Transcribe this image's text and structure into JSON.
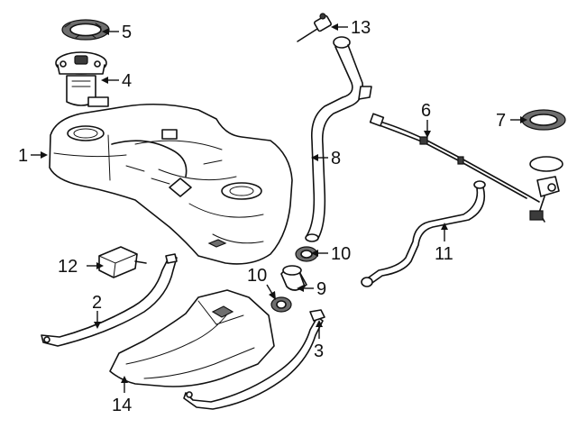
{
  "callouts": [
    {
      "id": "c1",
      "number": "1"
    },
    {
      "id": "c2",
      "number": "2"
    },
    {
      "id": "c3",
      "number": "3"
    },
    {
      "id": "c4",
      "number": "4"
    },
    {
      "id": "c5",
      "number": "5"
    },
    {
      "id": "c6",
      "number": "6"
    },
    {
      "id": "c7",
      "number": "7"
    },
    {
      "id": "c8",
      "number": "8"
    },
    {
      "id": "c9",
      "number": "9"
    },
    {
      "id": "c10a",
      "number": "10"
    },
    {
      "id": "c10b",
      "number": "10"
    },
    {
      "id": "c11",
      "number": "11"
    },
    {
      "id": "c12",
      "number": "12"
    },
    {
      "id": "c13",
      "number": "13"
    },
    {
      "id": "c14",
      "number": "14"
    }
  ]
}
